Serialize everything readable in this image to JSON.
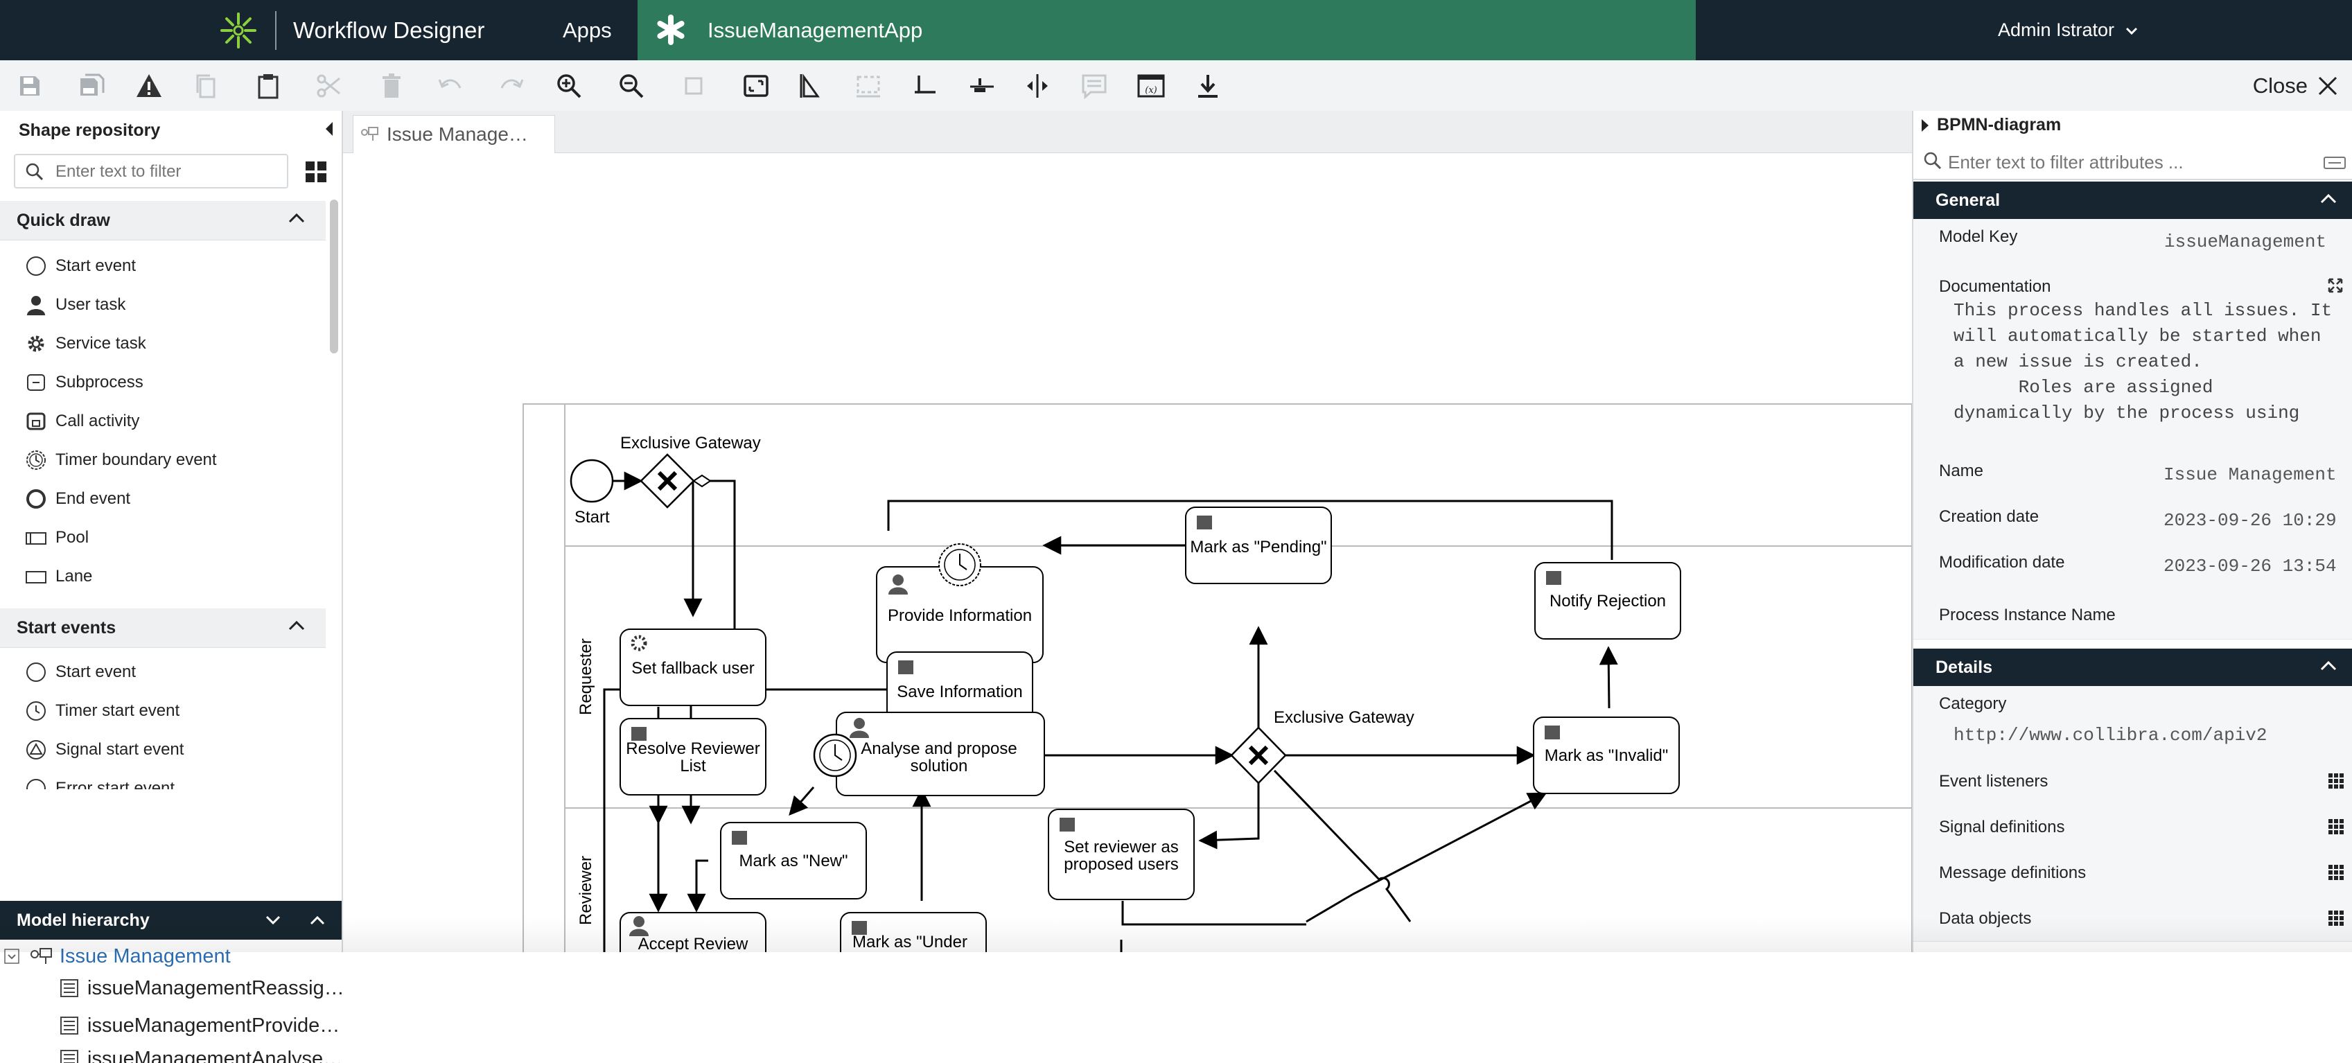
{
  "header": {
    "app_title": "Workflow Designer",
    "apps_label": "Apps",
    "app_tab_label": "IssueManagementApp",
    "user_name": "Admin Istrator"
  },
  "toolbar": {
    "close_label": "Close",
    "buttons": [
      "save-icon",
      "save-as-icon",
      "validate-warning-icon",
      "copy-icon",
      "paste-icon",
      "cut-icon",
      "delete-icon",
      "undo-icon",
      "redo-icon",
      "zoom-in-icon",
      "zoom-out-icon",
      "zoom-actual-icon",
      "zoom-fit-icon",
      "align-vertical-icon",
      "align-horizontal-icon",
      "align-bottom-icon",
      "same-size-horizontal-icon",
      "same-size-vertical-icon",
      "comment-icon",
      "variables-icon",
      "download-icon"
    ]
  },
  "left_panel": {
    "title": "Shape repository",
    "filter_placeholder": "Enter text to filter",
    "quick_draw": {
      "title": "Quick draw",
      "items": [
        "Start event",
        "User task",
        "Service task",
        "Subprocess",
        "Call activity",
        "Timer boundary event",
        "End event",
        "Pool",
        "Lane"
      ]
    },
    "start_events": {
      "title": "Start events",
      "items": [
        "Start event",
        "Timer start event",
        "Signal start event",
        "Error start event"
      ]
    },
    "model_hierarchy": {
      "title": "Model hierarchy",
      "root": "Issue Management",
      "children": [
        "issueManagementReassig…",
        "issueManagementProvide…",
        "issueManagementAnalyse…"
      ]
    }
  },
  "canvas": {
    "tab_label": "Issue Manage…",
    "lanes": [
      "Requester",
      "Reviewer"
    ],
    "labels": {
      "gateway1": "Exclusive Gateway",
      "gateway2": "Exclusive Gateway",
      "start": "Start",
      "set_fallback": "Set fallback user",
      "provide_info": "Provide Information",
      "mark_pending": "Mark as \"Pending\"",
      "save_info": "Save Information",
      "notify_rejection": "Notify Rejection",
      "resolve_reviewer_1": "Resolve Reviewer",
      "resolve_reviewer_2": "List",
      "analyse_1": "Analyse and propose",
      "analyse_2": "solution",
      "mark_invalid": "Mark as \"Invalid\"",
      "mark_new": "Mark as \"New\"",
      "set_reviewer_1": "Set reviewer as",
      "set_reviewer_2": "proposed users",
      "accept_review": "Accept Review",
      "mark_under": "Mark as \"Under"
    }
  },
  "right_panel": {
    "diagram_label": "BPMN-diagram",
    "filter_placeholder": "Enter text to filter attributes ...",
    "general_title": "General",
    "model_key_label": "Model Key",
    "model_key": "issueManagement",
    "documentation_label": "Documentation",
    "documentation": "This process handles all issues. It will automatically be started when a new issue is created.\n      Roles are assigned dynamically by the process using the configured user expressions",
    "name_label": "Name",
    "name": "Issue Management",
    "creation_label": "Creation date",
    "creation_date": "2023-09-26 10:29",
    "modification_label": "Modification date",
    "modification_date": "2023-09-26 13:54",
    "instance_name_label": "Process Instance Name",
    "details_title": "Details",
    "category_label": "Category",
    "category": "http://www.collibra.com/apiv2",
    "event_listeners_label": "Event listeners",
    "signal_defs_label": "Signal definitions",
    "message_defs_label": "Message definitions",
    "data_objects_label": "Data objects"
  },
  "colors": {
    "header_bg": "#16252f",
    "app_tab_bg": "#2d7a5c",
    "accent_link": "#2b6cb0"
  }
}
